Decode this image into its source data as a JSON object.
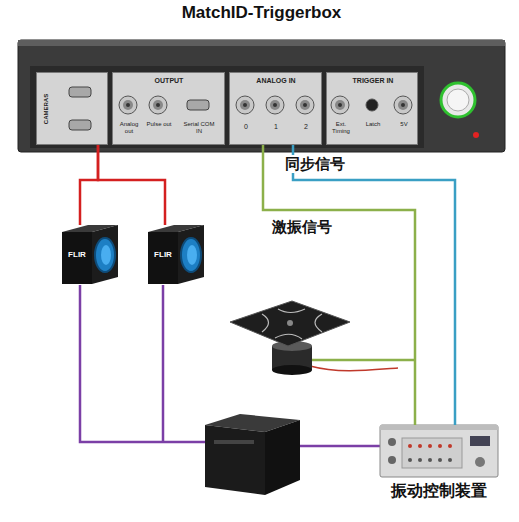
{
  "diagram": {
    "nodes": [
      {
        "text": [
          "MatchID-Triggerbox"
        ]
      },
      {
        "text": [
          "CAMERAS"
        ],
        "in": 0
      },
      {
        "text": [
          "OUTPUT",
          "Analog out",
          "Pulse out",
          "Serial COM IN"
        ],
        "in": 0
      },
      {
        "text": [
          "ANALOG IN",
          "0",
          "1",
          "2"
        ],
        "in": 0
      },
      {
        "text": [
          "TRIGGER IN",
          "Ext. Timing",
          "Latch",
          "5V"
        ],
        "in": 0
      },
      {
        "text": [
          "FLIR"
        ]
      },
      {
        "text": [
          "FLIR"
        ]
      },
      {
        "text": [
          "振动控制装置"
        ]
      }
    ],
    "edges": [
      {
        "from": 1,
        "to": 5,
        "arrow": "none"
      },
      {
        "from": 1,
        "to": 6,
        "arrow": "none"
      },
      {
        "from": 3,
        "to": 7,
        "arrow": "none",
        "label": "同步信号"
      },
      {
        "from": 3,
        "to": 7,
        "arrow": "none",
        "label": "激振信号"
      }
    ]
  }
}
